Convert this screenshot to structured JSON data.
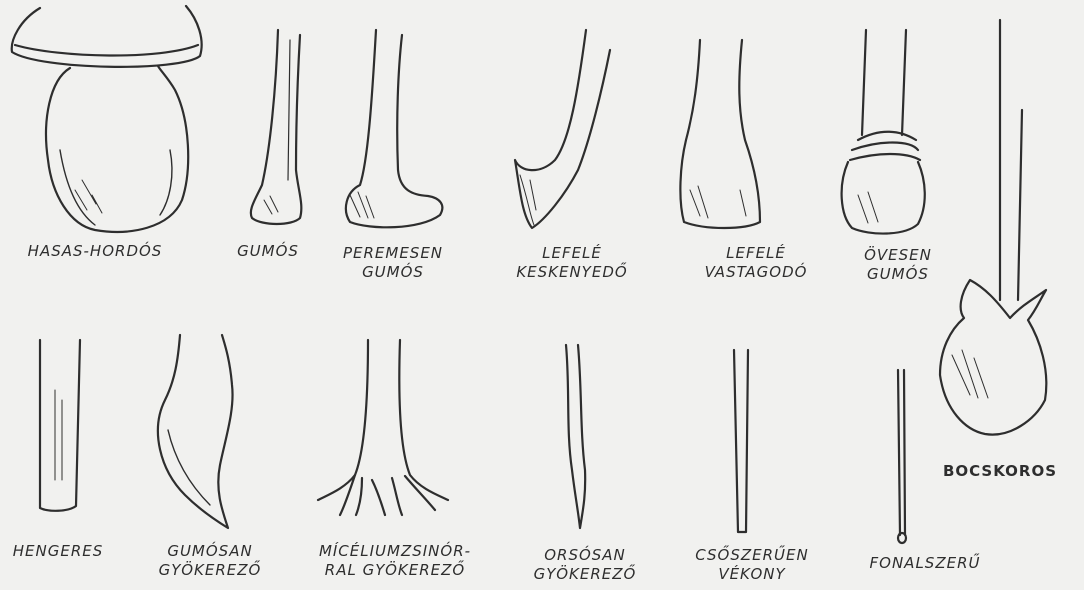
{
  "figures": {
    "hasas_hordos": "HASAS-HORDÓS",
    "gumos": "GUMÓS",
    "peremesen_gumos": "PEREMESEN\nGUMÓS",
    "lefele_keskenyedo": "LEFELÉ\nKESKENYEDŐ",
    "lefele_vastagodo": "LEFELÉ\nVASTAGODÓ",
    "ovesen_gumos": "ÖVESEN\nGUMÓS",
    "bocskoros": "BOCSKOROS",
    "hengeres": "HENGERES",
    "gumosan_gyokerezo": "GUMÓSAN\nGYÖKEREZŐ",
    "miceliumzsinorral": "MÍCÉLIUMZSINÓR-\nRAL GYÖKEREZŐ",
    "orsosan_gyokerezo": "ORSÓSAN\nGYÖKEREZŐ",
    "csoszeruen_vekony": "CSŐSZERŰEN\nVÉKONY",
    "fonalszeru": "FONALSZERŰ"
  },
  "colors": {
    "ink": "#2e2e2e",
    "paper": "#f1f1ef"
  }
}
